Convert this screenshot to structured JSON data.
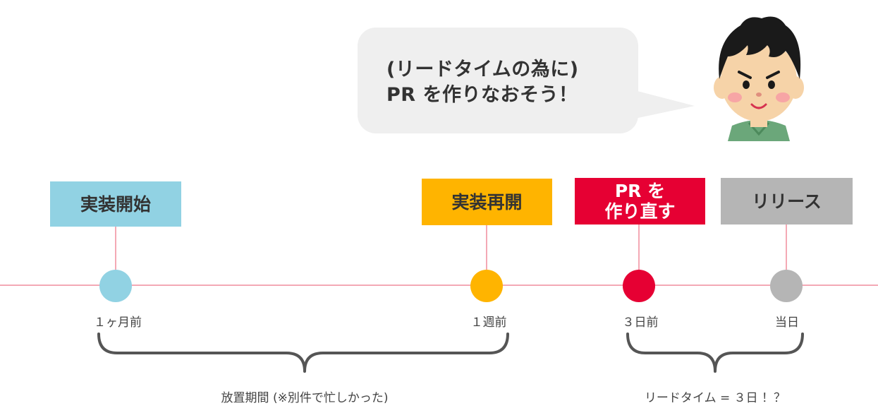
{
  "speech": {
    "line1": "(リードタイムの為に)",
    "line2": "PR を作りなおそう！"
  },
  "avatar": {
    "icon": "boy-face-icon"
  },
  "colors": {
    "timeline": "#f4a9b5",
    "start": "#91d2e3",
    "resume": "#ffb400",
    "redo": "#e60033",
    "release": "#b5b5b5",
    "bubble": "#efefef",
    "text": "#333333"
  },
  "events": [
    {
      "title": "実装開始",
      "when": "１ヶ月前"
    },
    {
      "title": "実装再開",
      "when": "１週前"
    },
    {
      "title_line1": "PR を",
      "title_line2": "作り直す",
      "when": "３日前"
    },
    {
      "title": "リリース",
      "when": "当日"
    }
  ],
  "spans": [
    {
      "label": "放置期間 (※別件で忙しかった)"
    },
    {
      "label": "リードタイム = ３日 ！？"
    }
  ]
}
